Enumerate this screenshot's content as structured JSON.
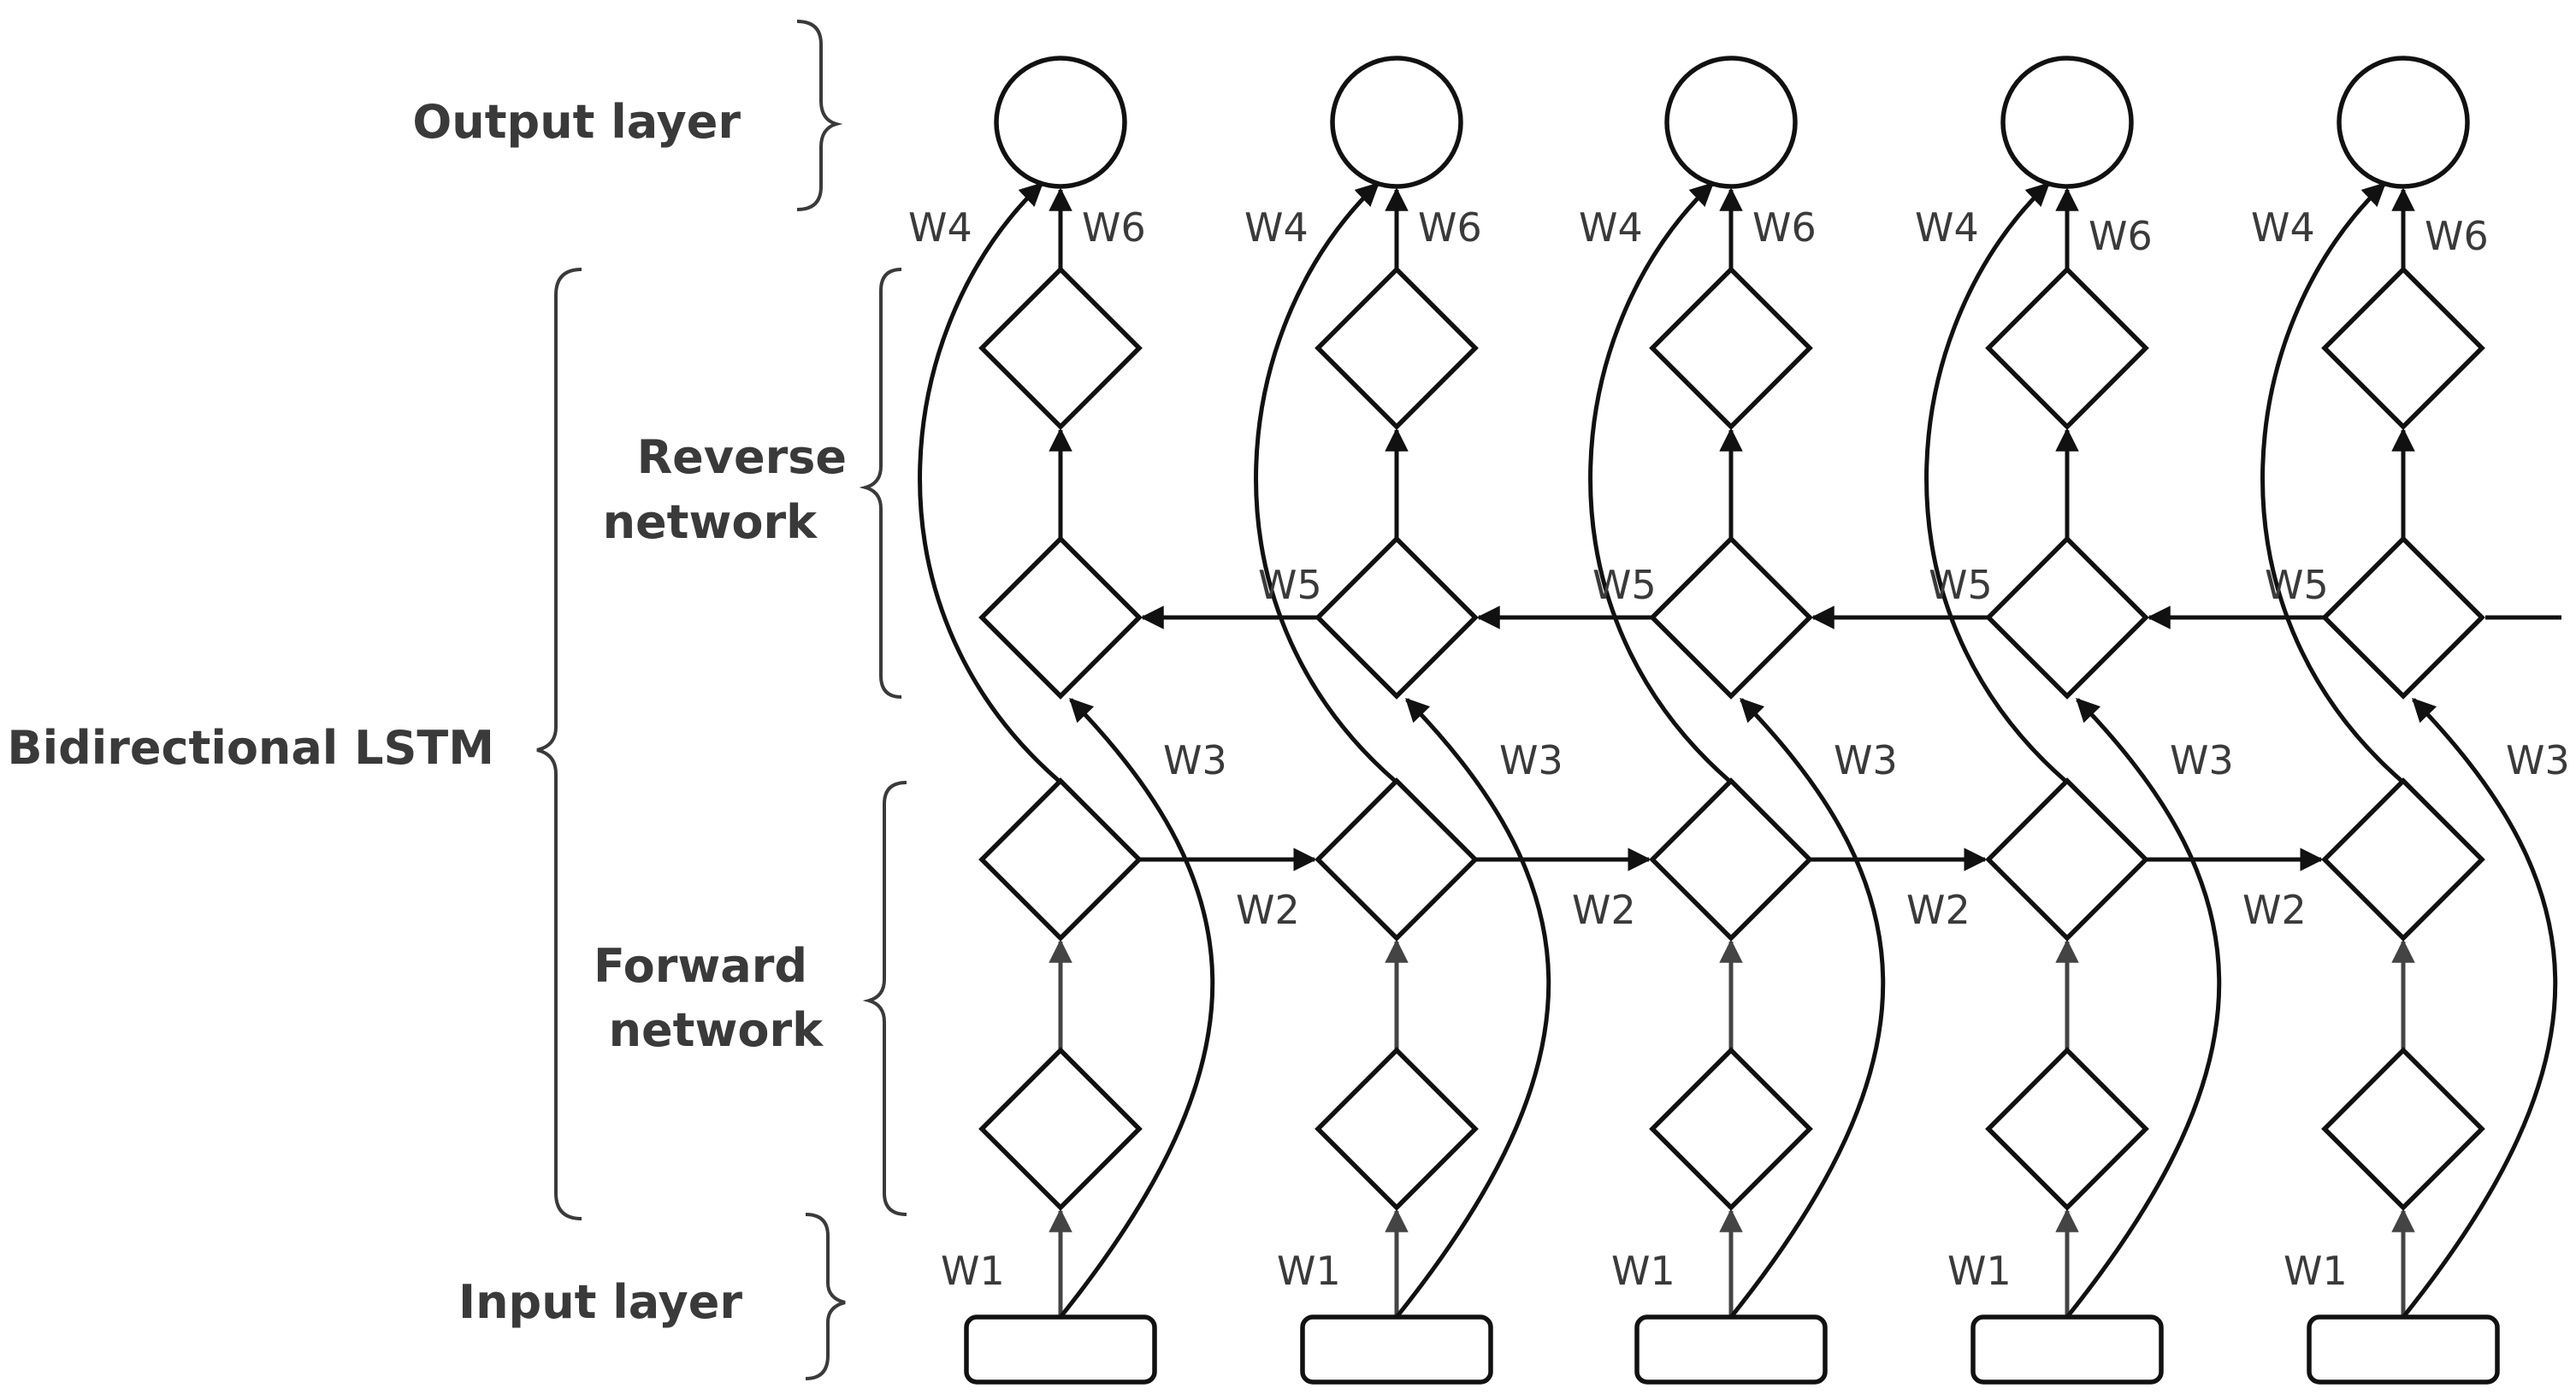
{
  "labels": {
    "output_layer": "Output layer",
    "reverse_network_line1": "Reverse",
    "reverse_network_line2": "network",
    "bidirectional_lstm": "Bidirectional LSTM",
    "forward_network_line1": "Forward",
    "forward_network_line2": "network",
    "input_layer": "Input layer"
  },
  "weights": {
    "input_to_forward": "W1",
    "forward_recurrent": "W2",
    "input_to_reverse": "W3",
    "forward_to_output": "W4",
    "reverse_recurrent": "W5",
    "reverse_to_output": "W6"
  },
  "timesteps": 5,
  "colors": {
    "stroke": "#111111",
    "label": "#3a3a3a",
    "background": "#ffffff"
  }
}
